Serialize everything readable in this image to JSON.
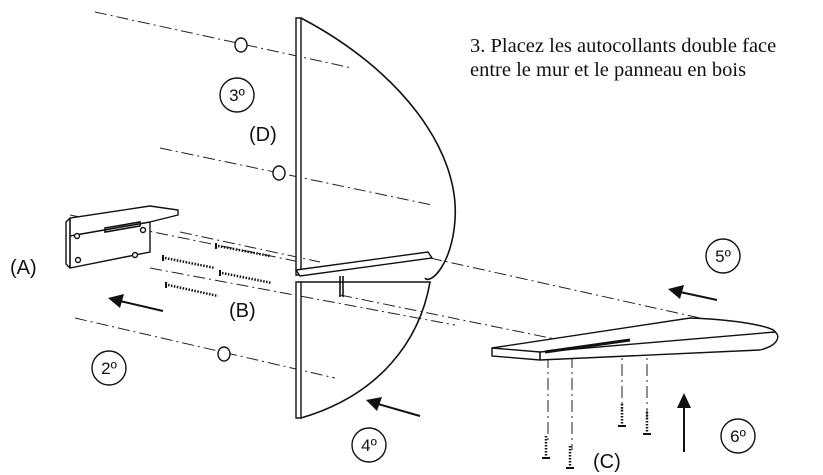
{
  "instruction": "3. Placez les autocollants double face entre le mur et le panneau en bois",
  "part_labels": {
    "a": "(A)",
    "b": "(B)",
    "c": "(C)",
    "d": "(D)"
  },
  "steps": {
    "s2": "2º",
    "s3": "3º",
    "s4": "4º",
    "s5": "5º",
    "s6": "6º"
  }
}
